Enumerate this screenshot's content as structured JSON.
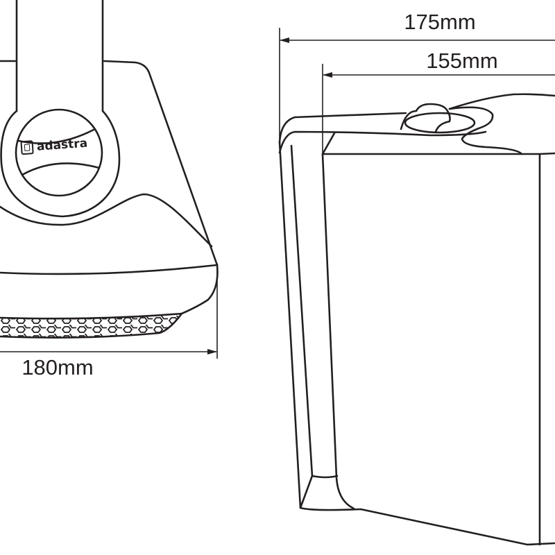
{
  "brand": "adastra",
  "dimensions": {
    "width_front": "180mm",
    "depth_total": "175mm",
    "depth_body": "155mm"
  },
  "colors": {
    "line": "#231f20",
    "background": "#ffffff"
  }
}
